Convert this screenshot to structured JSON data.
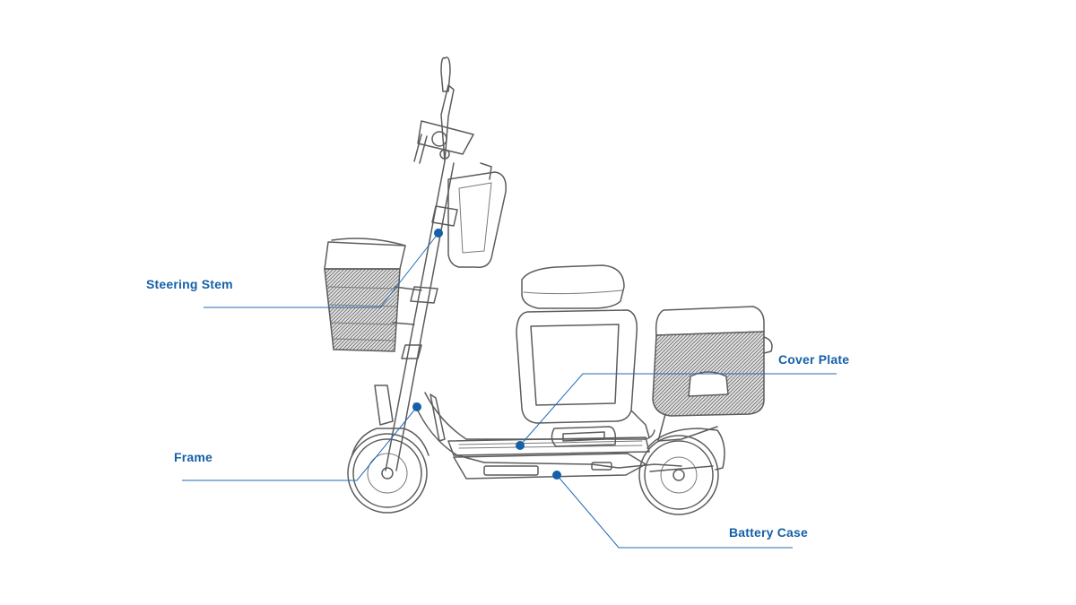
{
  "callouts": {
    "steering_stem": "Steering Stem",
    "frame": "Frame",
    "cover_plate": "Cover Plate",
    "battery_case": "Battery Case"
  },
  "colors": {
    "accent": "#1560a8",
    "line_art": "#5c5c5c",
    "background": "#ffffff"
  }
}
